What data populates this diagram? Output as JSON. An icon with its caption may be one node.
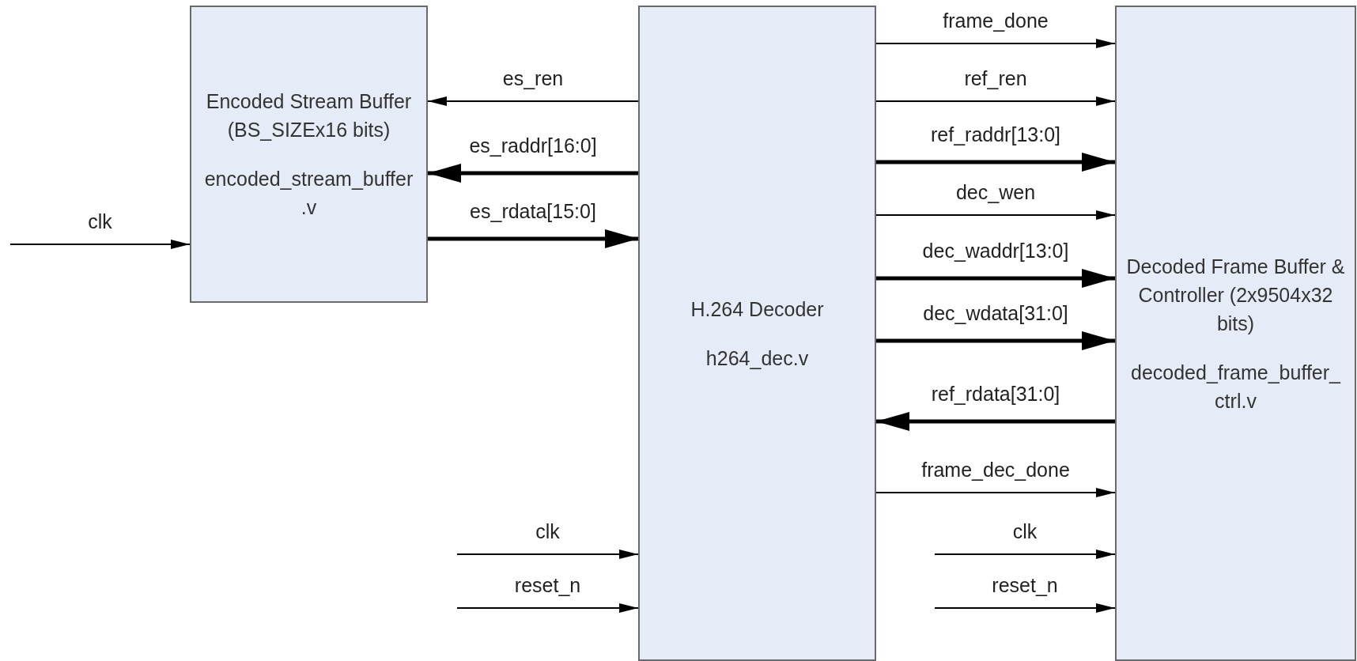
{
  "diagram": {
    "nodes": [
      {
        "text": [
          "Encoded Stream Buffer (BS_SIZEx16 bits)",
          "encoded_stream_buffer.v"
        ]
      },
      {
        "text": [
          "H.264 Decoder",
          "h264_dec.v"
        ]
      },
      {
        "text": [
          "Decoded Frame Buffer & Controller (2x9504x32 bits)",
          "decoded_frame_buffer_ctrl.v"
        ]
      }
    ],
    "edges": [
      {
        "from": null,
        "to": 0,
        "arrow": "to",
        "label": "clk"
      },
      {
        "from": 1,
        "to": 0,
        "arrow": "to",
        "label": "es_ren"
      },
      {
        "from": 1,
        "to": 0,
        "arrow": "to",
        "label": "es_raddr[16:0]",
        "style": "thick"
      },
      {
        "from": 0,
        "to": 1,
        "arrow": "to",
        "label": "es_rdata[15:0]",
        "style": "thick"
      },
      {
        "from": 1,
        "to": 2,
        "arrow": "to",
        "label": "frame_done"
      },
      {
        "from": 1,
        "to": 2,
        "arrow": "to",
        "label": "ref_ren"
      },
      {
        "from": 1,
        "to": 2,
        "arrow": "to",
        "label": "ref_raddr[13:0]",
        "style": "thick"
      },
      {
        "from": 1,
        "to": 2,
        "arrow": "to",
        "label": "dec_wen"
      },
      {
        "from": 1,
        "to": 2,
        "arrow": "to",
        "label": "dec_waddr[13:0]",
        "style": "thick"
      },
      {
        "from": 1,
        "to": 2,
        "arrow": "to",
        "label": "dec_wdata[31:0]",
        "style": "thick"
      },
      {
        "from": 2,
        "to": 1,
        "arrow": "to",
        "label": "ref_rdata[31:0]",
        "style": "thick"
      },
      {
        "from": 1,
        "to": 2,
        "arrow": "to",
        "label": "frame_dec_done"
      },
      {
        "from": null,
        "to": 1,
        "arrow": "to",
        "label": "clk"
      },
      {
        "from": null,
        "to": 1,
        "arrow": "to",
        "label": "reset_n"
      },
      {
        "from": null,
        "to": 2,
        "arrow": "to",
        "label": "clk"
      },
      {
        "from": null,
        "to": 2,
        "arrow": "to",
        "label": "reset_n"
      }
    ]
  }
}
